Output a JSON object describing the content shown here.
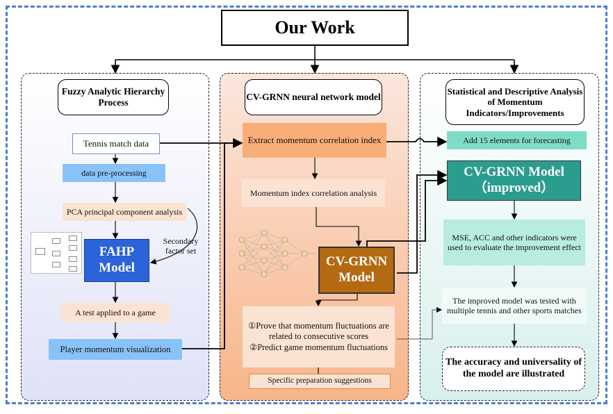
{
  "title": "Our Work",
  "left": {
    "header": "Fuzzy Analytic Hierarchy Process",
    "tennis_data": "Tennis match data",
    "preprocessing": "data pre-processing",
    "pca": "PCA principal component analysis",
    "secondary": "Secondary factor set",
    "fahp": "FAHP Model",
    "test": "A test applied to a game",
    "visualization": "Player momentum visualization"
  },
  "middle": {
    "header": "CV-GRNN neural network model",
    "extract": "Extract momentum correlation index",
    "correlation": "Momentum index correlation analysis",
    "model": "CV-GRNN Model",
    "result1": "①Prove that momentum fluctuations are related to consecutive scores",
    "result2": "②Predict game momentum fluctuations",
    "suggestions": "Specific preparation suggestions"
  },
  "right": {
    "header": "Statistical and Descriptive Analysis of Momentum Indicators/Improvements",
    "add15": "Add 15 elements for forecasting",
    "model_improved": "CV-GRNN Model（improved）",
    "mse": "MSE, ACC and other indicators were used to evaluate the improvement effect",
    "tested": "The improved model was tested with multiple tennis and other sports matches",
    "conclusion": "The accuracy and universality of the model are illustrated"
  },
  "colors": {
    "outer_border": "#4a7fd4",
    "fahp": "#2b63d8",
    "cvgrnn": "#b36a11",
    "cvgrnn_improved": "#2a9d8f",
    "extract": "#f9ad78",
    "add15": "#7fdcc6"
  }
}
